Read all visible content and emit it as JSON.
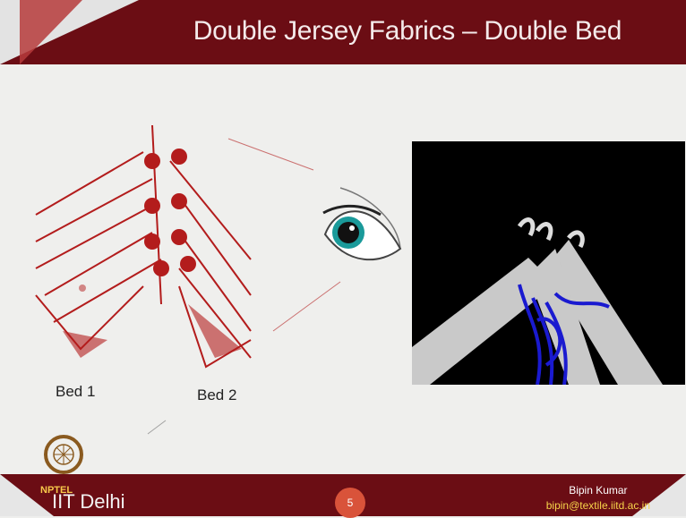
{
  "header": {
    "title": "Double Jersey Fabrics – Double Bed"
  },
  "labels": {
    "bed1": "Bed 1",
    "bed2": "Bed 2"
  },
  "footer": {
    "nptel": "NPTEL",
    "institute": "IIT Delhi",
    "page_number": "5",
    "author": "Bipin Kumar",
    "email": "bipin@textile.iitd.ac.in"
  },
  "colors": {
    "maroon": "#6b0d14",
    "accent": "#d9533a",
    "illustration_red": "#b31c1c"
  },
  "icons": [
    "eye-icon",
    "nptel-logo-icon"
  ]
}
